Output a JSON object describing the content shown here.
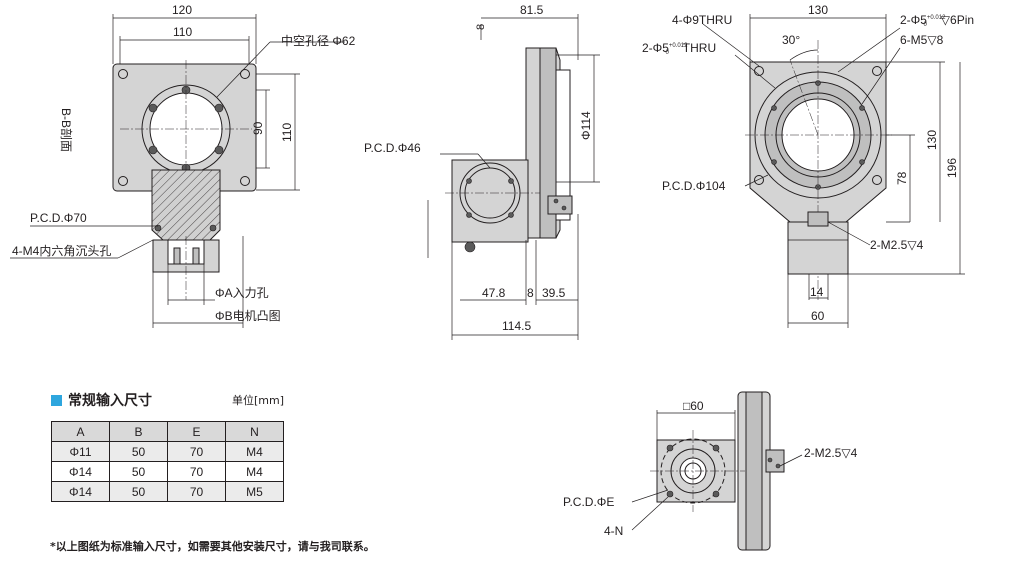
{
  "front_view": {
    "width_120": "120",
    "width_110": "110",
    "hollow_label": "中空孔径 Φ62",
    "height_90": "90",
    "height_110": "110",
    "section_label": "B-B剖面",
    "pcd_label": "P.C.D.Φ70",
    "bolt_label": "4-M4内六角沉头孔",
    "input_hole_label": "ΦA入力孔",
    "motor_boss_label": "ΦB电机凸图"
  },
  "side_view": {
    "offset_8": "8",
    "width_81_5": "81.5",
    "pcd_label": "P.C.D.Φ46",
    "dia_114": "Φ114",
    "dim_47_8": "47.8",
    "dim_8": "8",
    "dim_39_5": "39.5",
    "dim_114_5": "114.5"
  },
  "right_view": {
    "width_130": "130",
    "thru_9": "4-Φ9THRU",
    "pin_label_main": "2-Φ5",
    "pin_tol_upper": "+0.012",
    "pin_tol_lower": "0",
    "pin_label_tail": "▽6Pin",
    "thru_5_main": "2-Φ5",
    "thru_5_tol_upper": "+0.012",
    "thru_5_tol_lower": "0",
    "thru_5_tail": "THRU",
    "angle_30": "30°",
    "m5_label": "6-M5▽8",
    "height_130": "130",
    "height_196": "196",
    "height_78": "78",
    "pcd_label": "P.C.D.Φ104",
    "m2_label": "2-M2.5▽4",
    "width_14": "14",
    "width_60": "60"
  },
  "detail_view": {
    "square_60": "□60",
    "m2_label": "2-M2.5▽4",
    "pcd_label": "P.C.D.ΦE",
    "n_label": "4-N"
  },
  "table": {
    "title": "常规输入尺寸",
    "unit": "单位[mm]",
    "headers": [
      "A",
      "B",
      "E",
      "N"
    ],
    "rows": [
      [
        "Φ11",
        "50",
        "70",
        "M4"
      ],
      [
        "Φ14",
        "50",
        "70",
        "M4"
      ],
      [
        "Φ14",
        "50",
        "70",
        "M5"
      ]
    ]
  },
  "footnote": "*以上图纸为标准输入尺寸，如需要其他安装尺寸，请与我司联系。"
}
